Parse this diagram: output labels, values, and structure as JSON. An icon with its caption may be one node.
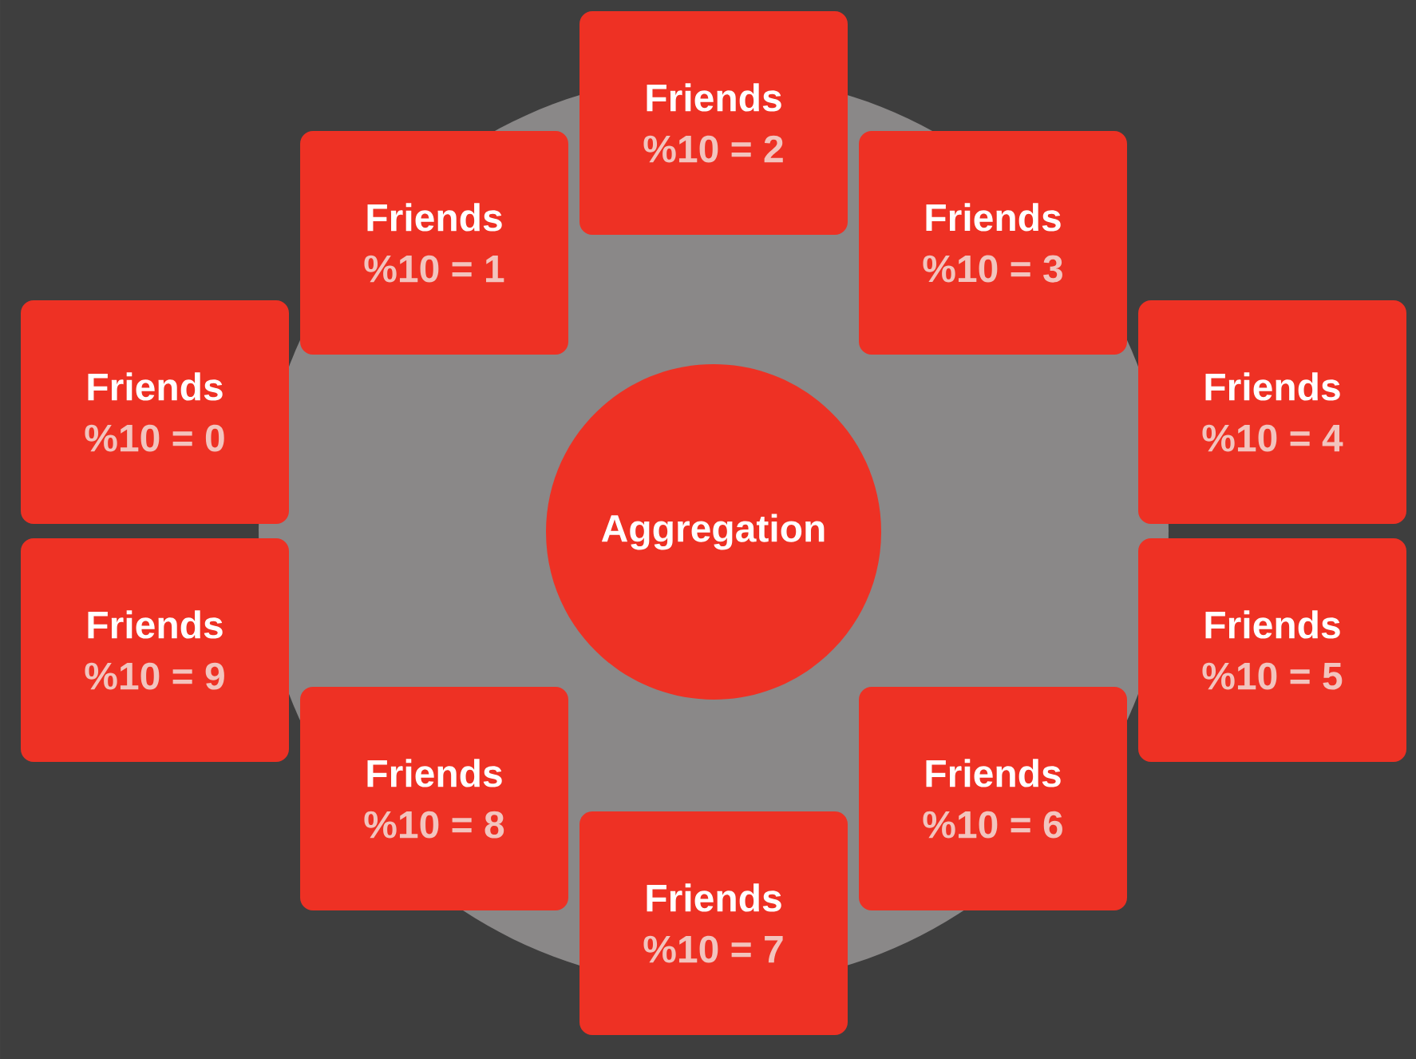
{
  "diagram": {
    "nodes": [
      {
        "text": [
          "Friends",
          "%10 = 0"
        ]
      },
      {
        "text": [
          "Friends",
          "%10 = 1"
        ]
      },
      {
        "text": [
          "Friends",
          "%10 = 2"
        ]
      },
      {
        "text": [
          "Friends",
          "%10 = 3"
        ]
      },
      {
        "text": [
          "Friends",
          "%10 = 4"
        ]
      },
      {
        "text": [
          "Friends",
          "%10 = 5"
        ]
      },
      {
        "text": [
          "Friends",
          "%10 = 6"
        ]
      },
      {
        "text": [
          "Friends",
          "%10 = 7"
        ]
      },
      {
        "text": [
          "Friends",
          "%10 = 8"
        ]
      },
      {
        "text": [
          "Friends",
          "%10 = 9"
        ]
      },
      {
        "text": [
          "Aggregation"
        ]
      }
    ],
    "edges": []
  }
}
